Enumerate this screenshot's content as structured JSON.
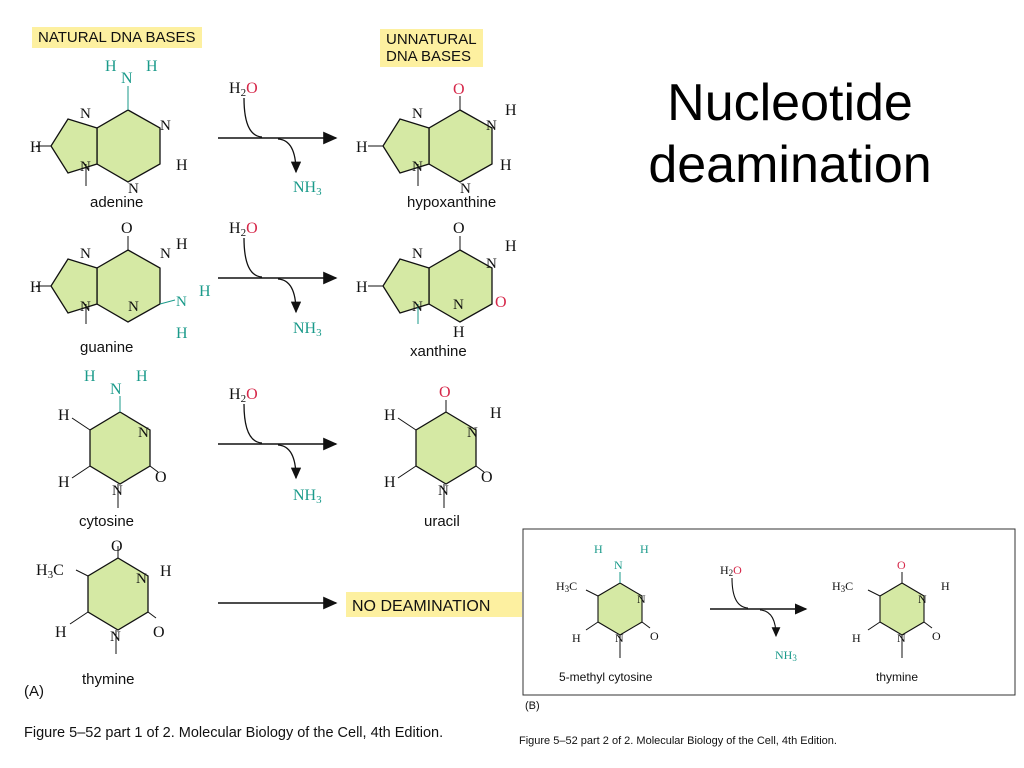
{
  "header": {
    "natural": "NATURAL DNA BASES",
    "unnatural": [
      "UNNATURAL",
      "DNA BASES"
    ]
  },
  "title": [
    "Nucleotide",
    "deamination"
  ],
  "reagents": {
    "water": "H2O",
    "ammonia": "NH3"
  },
  "panel_a": {
    "label": "(A)",
    "rows": [
      {
        "natural": "adenine",
        "product": "hypoxanthine"
      },
      {
        "natural": "guanine",
        "product": "xanthine"
      },
      {
        "natural": "cytosine",
        "product": "uracil"
      },
      {
        "natural": "thymine",
        "product": "NO DEAMINATION"
      }
    ]
  },
  "panel_b": {
    "label": "(B)",
    "natural": "5-methyl cytosine",
    "product": "thymine"
  },
  "captions": {
    "part1": "Figure 5–52 part 1 of 2. Molecular Biology of the Cell, 4th Edition.",
    "part2": "Figure 5–52 part 2 of 2. Molecular Biology of the Cell, 4th Edition."
  },
  "colors": {
    "ring_fill": "#d5e9a4",
    "amine": "#1a9a8a",
    "oxygen": "#d6284a",
    "highlight": "#fdf0a0"
  }
}
